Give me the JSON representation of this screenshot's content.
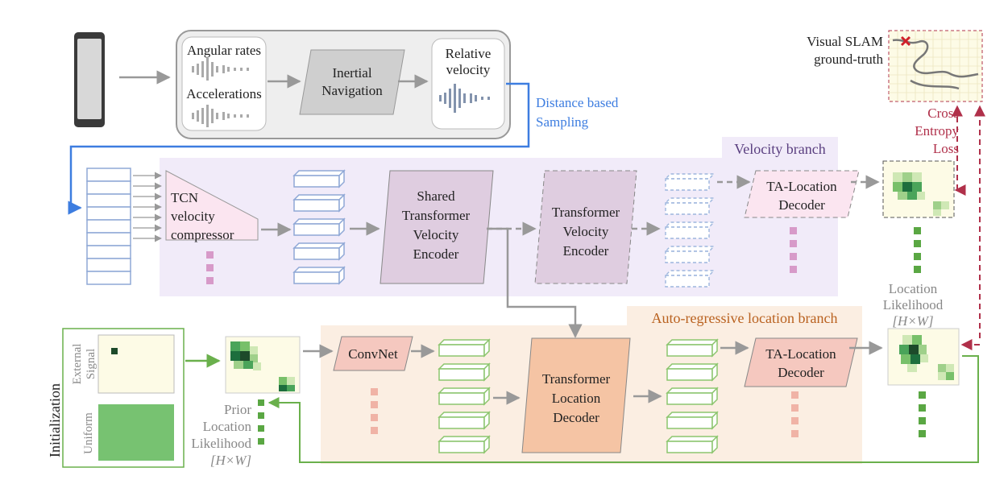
{
  "imu_box": {
    "angular_rates": "Angular rates",
    "accelerations": "Accelerations",
    "inertial_navigation": [
      "Inertial",
      "Navigation"
    ],
    "relative_velocity": [
      "Relative",
      "velocity"
    ]
  },
  "sampling_label": [
    "Distance based",
    "Sampling"
  ],
  "slam": {
    "label": [
      "Visual SLAM",
      "ground-truth"
    ],
    "loss": [
      "Cross",
      "Entropy",
      "Loss"
    ]
  },
  "velocity_branch": {
    "title": "Velocity branch",
    "tcn": [
      "TCN",
      "velocity",
      "compressor"
    ],
    "shared_encoder": [
      "Shared",
      "Transformer",
      "Velocity",
      "Encoder"
    ],
    "velocity_encoder": [
      "Transformer",
      "Velocity",
      "Encoder"
    ],
    "decoder": [
      "TA-Location",
      "Decoder"
    ]
  },
  "location_branch": {
    "title": "Auto-regressive location branch",
    "convnet": "ConvNet",
    "decoder": [
      "Transformer",
      "Location",
      "Decoder"
    ],
    "ta_decoder": [
      "TA-Location",
      "Decoder"
    ]
  },
  "location_likelihood": [
    "Location",
    "Likelihood",
    "[H×W]"
  ],
  "prior": [
    "Prior",
    "Location",
    "Likelihood",
    "[H×W]"
  ],
  "initialization": {
    "title": "Initialization",
    "external_signal": [
      "External",
      "Signal"
    ],
    "uniform": "Uniform"
  },
  "colors": {
    "sampling_blue": "#3d7de0",
    "loss_red": "#b0304a",
    "velocity_branch_bg": "#f1ebf9",
    "location_branch_bg": "#fbeee2",
    "green_arrow": "#6ab04c"
  }
}
